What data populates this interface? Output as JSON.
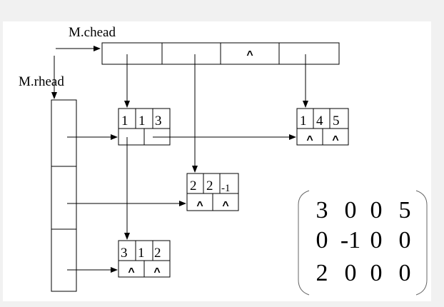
{
  "labels": {
    "chead": "M.chead",
    "rhead": "M.rhead"
  },
  "null_symbol": "^",
  "nodes": [
    {
      "row": "1",
      "col": "1",
      "val": "3"
    },
    {
      "row": "1",
      "col": "4",
      "val": "5"
    },
    {
      "row": "2",
      "col": "2",
      "val": "-1"
    },
    {
      "row": "3",
      "col": "1",
      "val": "2"
    }
  ],
  "matrix": [
    [
      "3",
      "0",
      "0",
      "5"
    ],
    [
      "0",
      "-1",
      "0",
      "0"
    ],
    [
      "2",
      "0",
      "0",
      "0"
    ]
  ]
}
